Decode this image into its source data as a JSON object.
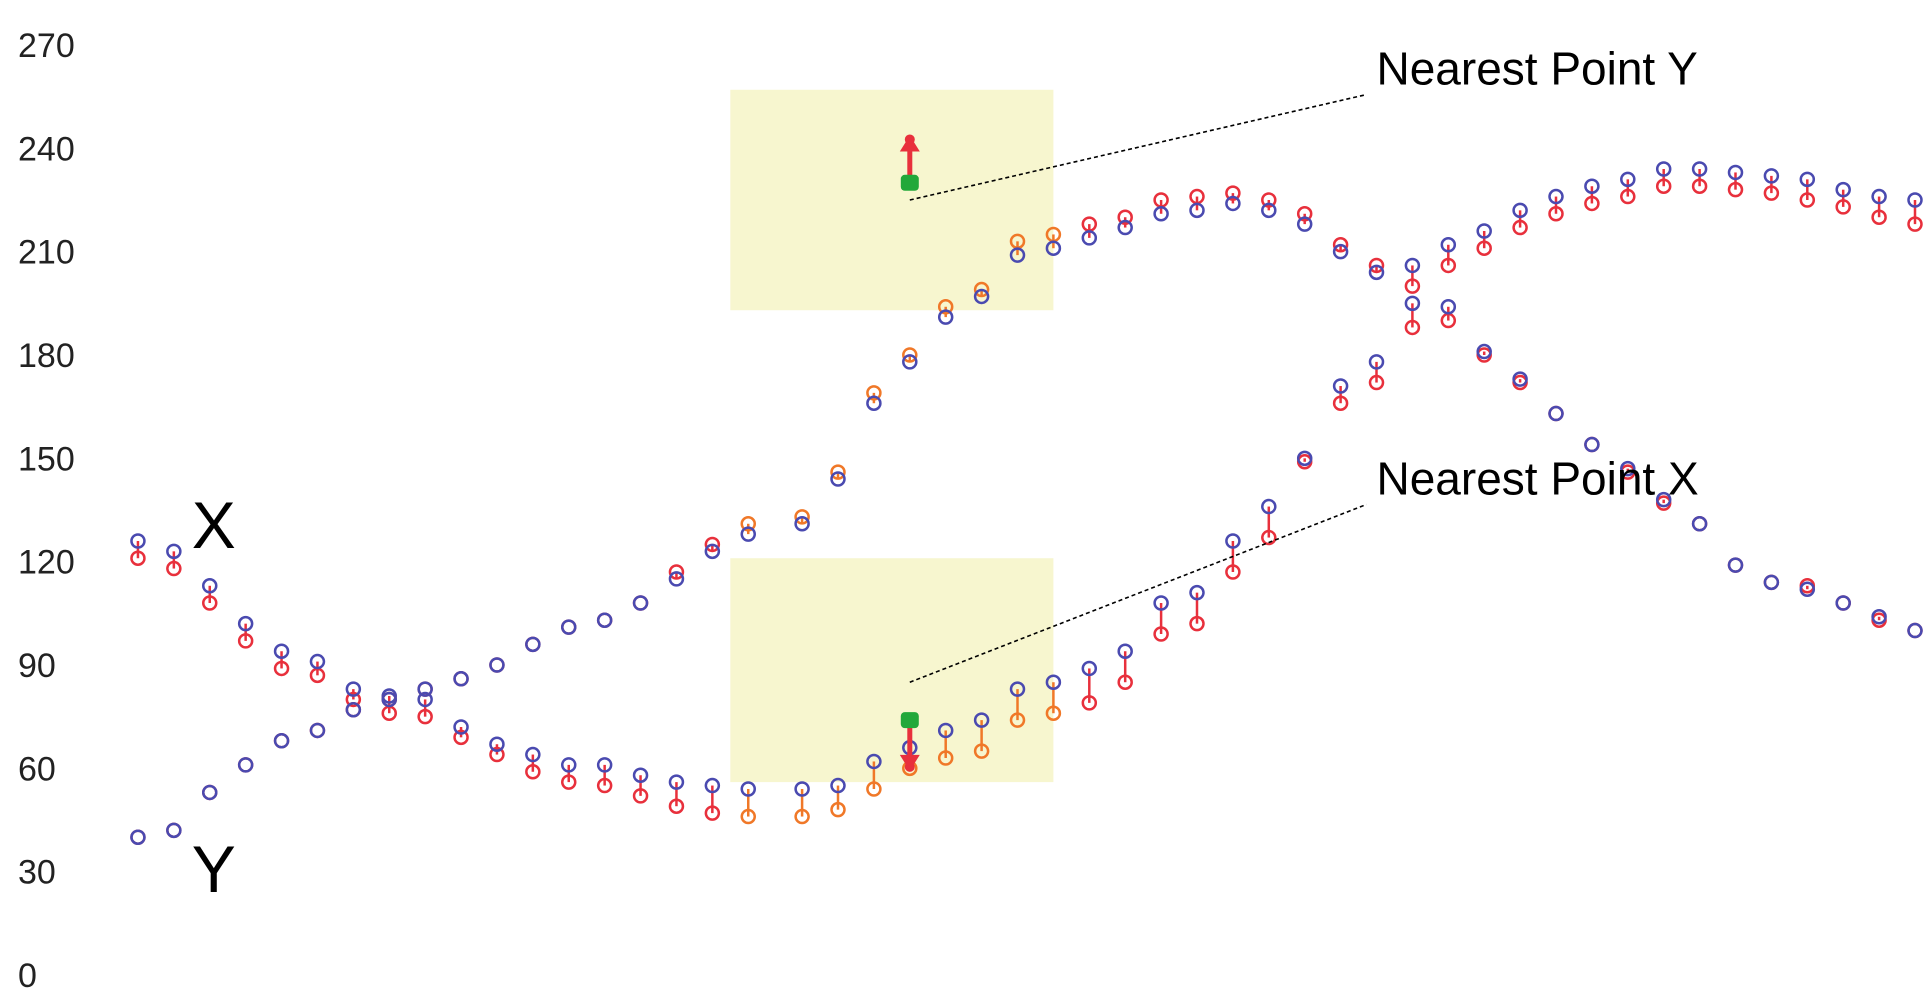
{
  "chart_data": {
    "type": "scatter",
    "ylim": [
      0,
      270
    ],
    "yticks": [
      0,
      30,
      60,
      90,
      120,
      150,
      180,
      210,
      240,
      270
    ],
    "xlim": [
      0,
      100
    ],
    "grid": false,
    "colors": {
      "measured": "#4a4ab0",
      "predicted": "#e8303c",
      "predicted_highlight": "#f07828",
      "nearest": "#22a83a",
      "highlight_box": "#f7f6cf"
    },
    "series_labels": [
      {
        "text": "X",
        "x": 4,
        "y": 131
      },
      {
        "text": "Y",
        "x": 4,
        "y": 31
      }
    ],
    "series": [
      {
        "label": "X",
        "x": [
          1,
          3,
          5,
          7,
          9,
          11,
          13,
          15,
          17,
          19,
          21,
          23,
          25,
          27,
          29,
          31,
          33,
          35,
          38,
          40,
          42,
          44,
          46,
          48,
          50,
          52,
          54,
          56,
          58,
          60,
          62,
          64,
          66,
          68,
          70,
          72,
          74,
          76,
          78,
          80,
          82,
          84,
          86,
          88,
          90,
          92,
          94,
          96,
          98,
          100
        ],
        "measured": [
          126,
          123,
          113,
          102,
          94,
          91,
          83,
          81,
          80,
          72,
          67,
          64,
          61,
          61,
          58,
          56,
          55,
          54,
          54,
          55,
          62,
          66,
          71,
          74,
          83,
          85,
          89,
          94,
          108,
          111,
          126,
          136,
          150,
          171,
          178,
          195,
          194,
          181,
          173,
          163,
          154,
          147,
          138,
          131,
          119,
          114,
          112,
          108,
          104,
          100
        ],
        "predicted": [
          121,
          118,
          108,
          97,
          89,
          87,
          80,
          76,
          75,
          69,
          64,
          59,
          56,
          55,
          52,
          49,
          47,
          46,
          46,
          48,
          54,
          60,
          63,
          65,
          74,
          76,
          79,
          85,
          99,
          102,
          117,
          127,
          149,
          166,
          172,
          188,
          190,
          180,
          172,
          163,
          154,
          146,
          137,
          131,
          119,
          114,
          113,
          108,
          103,
          100
        ]
      },
      {
        "label": "Y",
        "x": [
          1,
          3,
          5,
          7,
          9,
          11,
          13,
          15,
          17,
          19,
          21,
          23,
          25,
          27,
          29,
          31,
          33,
          35,
          38,
          40,
          42,
          44,
          46,
          48,
          50,
          52,
          54,
          56,
          58,
          60,
          62,
          64,
          66,
          68,
          70,
          72,
          74,
          76,
          78,
          80,
          82,
          84,
          86,
          88,
          90,
          92,
          94,
          96,
          98,
          100
        ],
        "measured": [
          40,
          42,
          53,
          61,
          68,
          71,
          77,
          80,
          83,
          86,
          90,
          96,
          101,
          103,
          108,
          115,
          123,
          128,
          131,
          144,
          166,
          178,
          191,
          197,
          209,
          211,
          214,
          217,
          221,
          222,
          224,
          222,
          218,
          210,
          204,
          206,
          212,
          216,
          222,
          226,
          229,
          231,
          234,
          234,
          233,
          232,
          231,
          228,
          226,
          225
        ],
        "predicted": [
          40,
          42,
          53,
          61,
          68,
          71,
          77,
          80,
          83,
          86,
          90,
          96,
          101,
          103,
          108,
          117,
          125,
          131,
          133,
          146,
          169,
          180,
          194,
          199,
          213,
          215,
          218,
          220,
          225,
          226,
          227,
          225,
          221,
          212,
          206,
          200,
          206,
          211,
          217,
          221,
          224,
          226,
          229,
          229,
          228,
          227,
          225,
          223,
          220,
          218
        ]
      }
    ],
    "highlight_boxes": [
      {
        "x_range": [
          34,
          52
        ],
        "y_range": [
          193,
          257
        ]
      },
      {
        "x_range": [
          34,
          52
        ],
        "y_range": [
          56,
          121
        ]
      }
    ],
    "arrows": [
      {
        "x": 44,
        "from_y": 230,
        "to_y": 242,
        "direction": "up"
      },
      {
        "x": 44,
        "from_y": 74,
        "to_y": 61,
        "direction": "down"
      }
    ],
    "annotations": [
      {
        "text": "Nearest Point Y",
        "target_x": 44,
        "target_y": 225,
        "label_x": 70,
        "label_y": 262
      },
      {
        "text": "Nearest Point X",
        "target_x": 44,
        "target_y": 85,
        "label_x": 70,
        "label_y": 143
      }
    ]
  }
}
